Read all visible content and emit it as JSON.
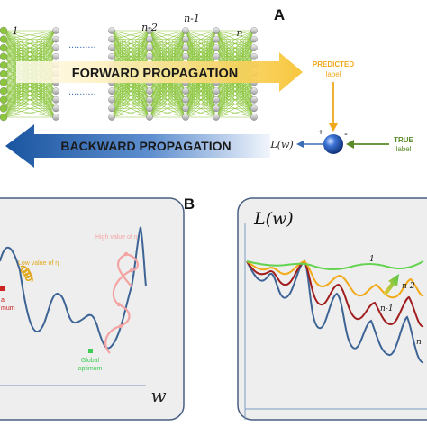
{
  "panel_a": {
    "letter": "A",
    "layer_labels": [
      "1",
      "n-2",
      "n-1",
      "n"
    ],
    "ellipsis": "..........",
    "forward_label": "FORWARD PROPAGATION",
    "backward_label": "BACKWARD PROPAGATION",
    "predicted_label_line1": "PREDICTED",
    "predicted_label_line2": "label",
    "true_label_line1": "TRUE",
    "true_label_line2": "label",
    "loss_symbol": "L(w)",
    "plus": "+",
    "minus": "-"
  },
  "panel_b": {
    "letter": "B",
    "left": {
      "high_lr_label": "High value of η",
      "low_lr_label": "Low value of η",
      "global_label_line1": "Global",
      "global_label_line2": "optimum",
      "local_label_line1": "al",
      "local_label_line2": "mum",
      "x_axis_symbol": "w"
    },
    "right": {
      "y_axis_symbol": "L(w)",
      "curve_labels": [
        "1",
        "n-2",
        "n-1",
        "n"
      ]
    }
  },
  "colors": {
    "network_green": "#8cc63f",
    "forward_arrow": "#f7c533",
    "backward_arrow": "#1e5fa8",
    "predicted": "#f0a81c",
    "true_label": "#5a8a2a",
    "low_lr": "#e0a81a",
    "high_lr": "#f4a3a3",
    "global_opt": "#3ecc55",
    "local_opt": "#cc2222",
    "curve_n": "#3d6495",
    "curve_n1": "#a11d1d",
    "curve_n2": "#f2a917",
    "curve_1": "#63d34f"
  }
}
